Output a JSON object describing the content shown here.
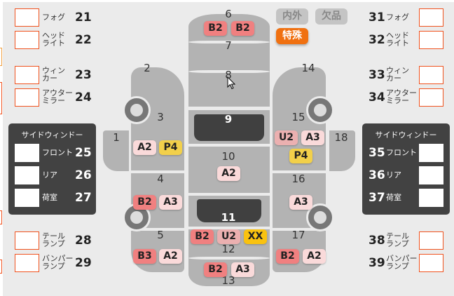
{
  "left_items": [
    {
      "label": "フォグ",
      "num": "21"
    },
    {
      "label": "ヘッド\nライト",
      "num": "22"
    },
    {
      "label": "ウィン\nカー",
      "num": "23"
    },
    {
      "label": "アウター\nミラー",
      "num": "24"
    }
  ],
  "left_panel": {
    "title": "サイドウィンドー",
    "items": [
      {
        "label": "フロント",
        "num": "25"
      },
      {
        "label": "リア",
        "num": "26"
      },
      {
        "label": "荷室",
        "num": "27"
      }
    ]
  },
  "left_bottom": [
    {
      "label": "テール\nランプ",
      "num": "28"
    },
    {
      "label": "バンパー\nランプ",
      "num": "29"
    }
  ],
  "right_items": [
    {
      "label": "フォグ",
      "num": "31"
    },
    {
      "label": "ヘッド\nライト",
      "num": "32"
    },
    {
      "label": "ウィン\nカー",
      "num": "33"
    },
    {
      "label": "アウター\nミラー",
      "num": "34"
    }
  ],
  "right_panel": {
    "title": "サイドウィンドー",
    "items": [
      {
        "label": "フロント",
        "num": "35"
      },
      {
        "label": "リア",
        "num": "36"
      },
      {
        "label": "荷室",
        "num": "37"
      }
    ]
  },
  "right_bottom": [
    {
      "label": "テール\nランプ",
      "num": "38"
    },
    {
      "label": "バンパー\nランプ",
      "num": "39"
    }
  ],
  "tags": {
    "inout": "内外",
    "missing": "欠品",
    "special": "特殊"
  },
  "colors": {
    "orange": "#f07010",
    "tag_gray": "#c4c4c4",
    "red": "#f08080",
    "pink": "#fadada",
    "rose": "#ebb0b0",
    "yellow": "#f2d04a",
    "amber": "#f9c20f"
  },
  "part_numbers": [
    "1",
    "2",
    "3",
    "4",
    "5",
    "6",
    "7",
    "8",
    "9",
    "10",
    "11",
    "12",
    "13",
    "14",
    "15",
    "16",
    "17",
    "18"
  ],
  "badges": [
    {
      "part": "6",
      "text": "B2",
      "type": "red"
    },
    {
      "part": "6",
      "text": "B2",
      "type": "red"
    },
    {
      "part": "3",
      "text": "A2",
      "type": "pink"
    },
    {
      "part": "3",
      "text": "P4",
      "type": "yellow"
    },
    {
      "part": "15",
      "text": "U2",
      "type": "rose"
    },
    {
      "part": "15",
      "text": "A3",
      "type": "pink"
    },
    {
      "part": "15",
      "text": "P4",
      "type": "yellow"
    },
    {
      "part": "10",
      "text": "A2",
      "type": "pink"
    },
    {
      "part": "4",
      "text": "B2",
      "type": "red"
    },
    {
      "part": "4",
      "text": "A3",
      "type": "pink"
    },
    {
      "part": "16",
      "text": "A3",
      "type": "pink"
    },
    {
      "part": "12",
      "text": "B2",
      "type": "red"
    },
    {
      "part": "12",
      "text": "U2",
      "type": "rose"
    },
    {
      "part": "12",
      "text": "XX",
      "type": "amber"
    },
    {
      "part": "5",
      "text": "B3",
      "type": "red"
    },
    {
      "part": "5",
      "text": "A2",
      "type": "pink"
    },
    {
      "part": "17",
      "text": "B2",
      "type": "red"
    },
    {
      "part": "17",
      "text": "A2",
      "type": "pink"
    },
    {
      "part": "13",
      "text": "B2",
      "type": "red"
    },
    {
      "part": "13",
      "text": "A3",
      "type": "pink"
    }
  ]
}
